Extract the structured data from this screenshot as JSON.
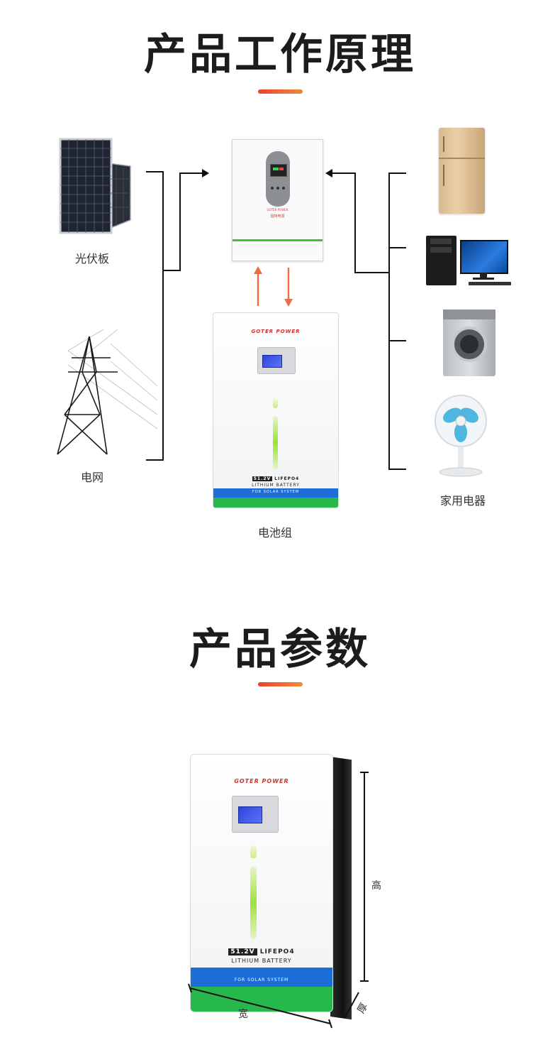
{
  "section1": {
    "title": "产品工作原理",
    "labels": {
      "solar": "光伏板",
      "grid": "电网",
      "battery": "电池组",
      "appliances": "家用电器"
    }
  },
  "section2": {
    "title": "产品参数",
    "dimensions": {
      "height": "高",
      "width": "宽",
      "depth": "厚"
    }
  },
  "battery": {
    "brand": "GOTER POWER",
    "voltage": "51.2V",
    "chemistry": "LIFEPO4",
    "type": "LITHIUM BATTERY",
    "tagline": "FOR SOLAR SYSTEM"
  },
  "inverter": {
    "brand": "GOTER POWER",
    "brand_cn": "固特电源"
  },
  "colors": {
    "accent_start": "#e8452c",
    "accent_end": "#f08a3a",
    "arrow": "#f06b3e",
    "battery_blue": "#1c6ed6",
    "battery_green": "#26b84a"
  }
}
